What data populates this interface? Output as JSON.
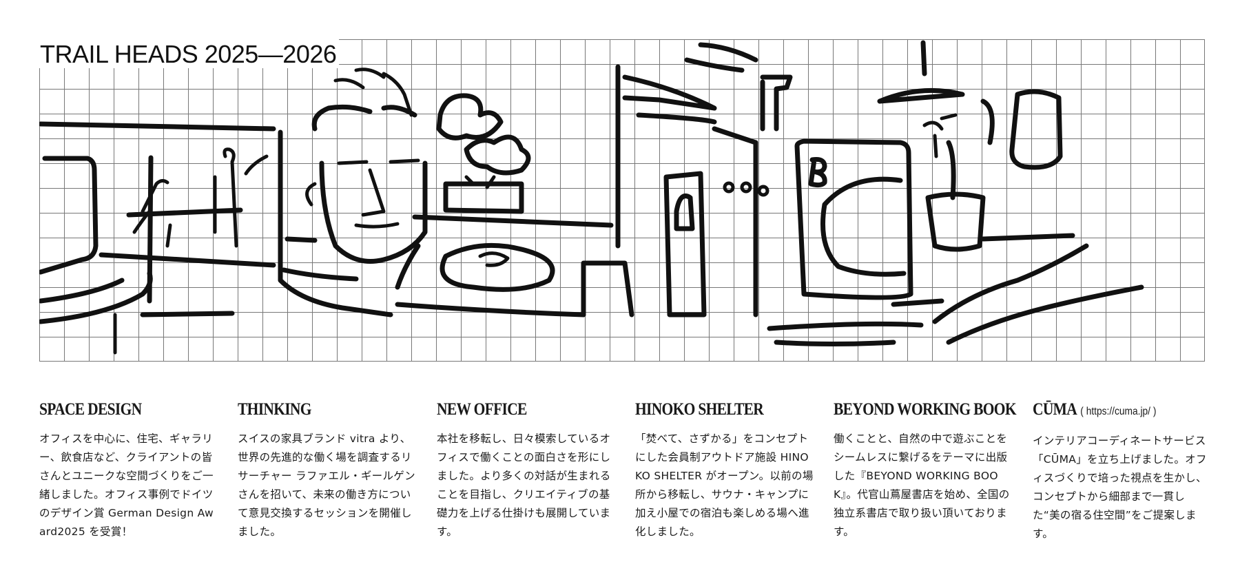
{
  "hero": {
    "title": "TRAIL HEADS 2025—2026"
  },
  "projects": [
    {
      "title": "SPACE DESIGN",
      "desc": "オフィスを中心に、住宅、ギャラリー、飲食店など、クライアントの皆さんとユニークな空間づくりをご一緒しました。オフィス事例でドイツのデザイン賞 German Design Award2025 を受賞！"
    },
    {
      "title": "THINKING",
      "desc": "スイスの家具ブランド vitra より、世界の先進的な働く場を調査するリサーチャー ラファエル・ギールゲンさんを招いて、未来の働き方について意見交換するセッションを開催しました。"
    },
    {
      "title": "NEW OFFICE",
      "desc": "本社を移転し、日々模索しているオフィスで働くことの面白さを形にしました。より多くの対話が生まれることを目指し、クリエイティブの基礎力を上げる仕掛けも展開しています。"
    },
    {
      "title": "HINOKO SHELTER",
      "desc": "「焚べて、さずかる」をコンセプトにした会員制アウトドア施設 HINOKO SHELTER がオープン。以前の場所から移転し、サウナ・キャンプに加え小屋での宿泊も楽しめる場へ進化しました。"
    },
    {
      "title": "BEYOND WORKING BOOK",
      "desc": "働くことと、自然の中で遊ぶことをシームレスに繋げるをテーマに出版した『BEYOND WORKING BOOK』。代官山蔦屋書店を始め、全国の独立系書店で取り扱い頂いております。"
    },
    {
      "title": "CŪMA",
      "url": "( https://cuma.jp/ )",
      "desc": "インテリアコーディネートサービス「CŪMA」を立ち上げました。オフィスづくりで培った視点を生かし、コンセプトから細部まで一貫した“美の宿る住空間”をご提案します。"
    }
  ]
}
